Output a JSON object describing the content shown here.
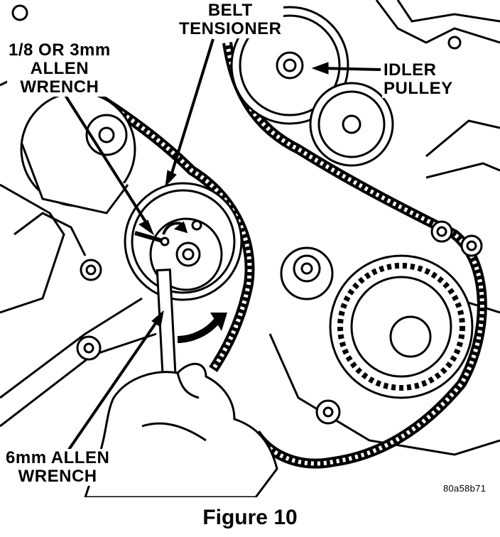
{
  "labels": {
    "belt_tensioner": [
      "BELT",
      "TENSIONER"
    ],
    "allen_1_8": [
      "1/8 OR 3mm",
      "ALLEN",
      "WRENCH"
    ],
    "idler_pulley": [
      "IDLER",
      "PULLEY"
    ],
    "allen_6mm": [
      "6mm ALLEN",
      "WRENCH"
    ]
  },
  "figure_id": "80a58b71",
  "caption": "Figure 10",
  "colors": {
    "ink": "#000000",
    "paper": "#ffffff"
  }
}
